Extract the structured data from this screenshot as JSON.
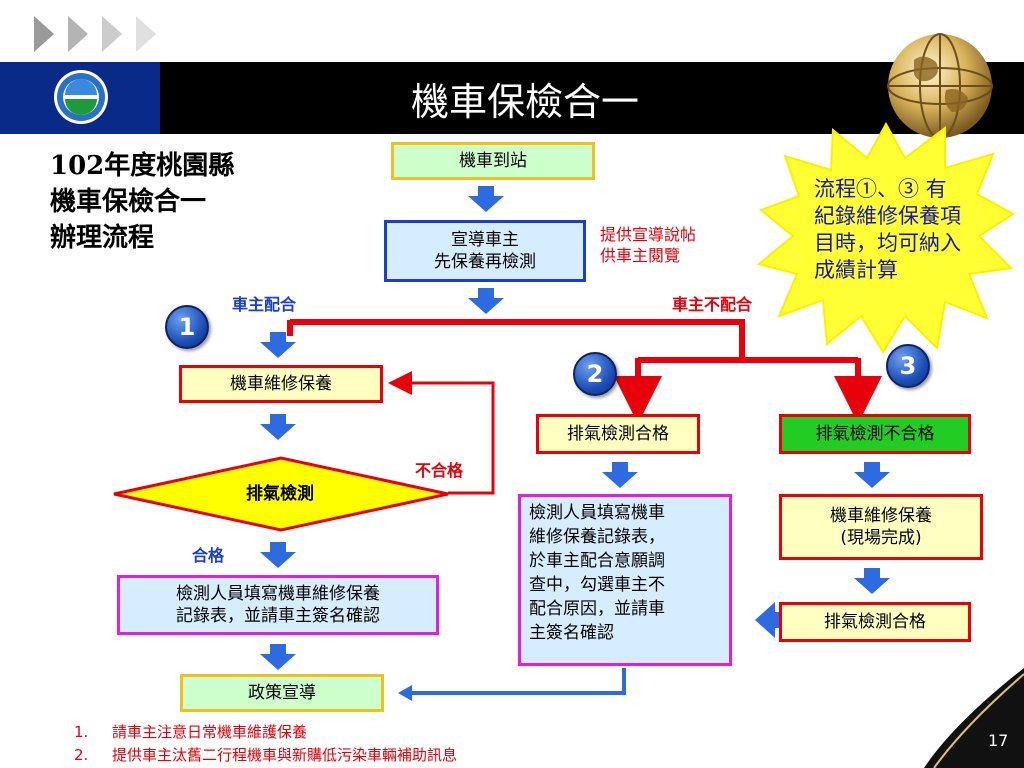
{
  "header": {
    "title": "機車保檢合一"
  },
  "left_title": {
    "line1": "102年度桃園縣",
    "line2": "機車保檢合一",
    "line3": "辦理流程"
  },
  "flow": {
    "arrive": "機車到站",
    "promote_line1": "宣導車主",
    "promote_line2": "先保養再檢測",
    "side_note_line1": "提供宣導說帖",
    "side_note_line2": "供車主閱覽",
    "owner_agree": "車主配合",
    "owner_disagree": "車主不配合",
    "maintenance": "機車維修保養",
    "fail_label": "不合格",
    "exhaust_test": "排氣檢測",
    "pass_label": "合格",
    "record_sign_line1": "檢測人員填寫機車維修保養",
    "record_sign_line2": "記錄表，並請車主簽名確認",
    "policy": "政策宣導",
    "exhaust_pass": "排氣檢測合格",
    "exhaust_fail": "排氣檢測不合格",
    "record_survey": [
      "檢測人員填寫機車",
      "維修保養記錄表，",
      "於車主配合意願調",
      "查中，勾選車主不",
      "配合原因，並請車",
      "主簽名確認"
    ],
    "onsite_repair_line1": "機車維修保養",
    "onsite_repair_line2": "(現場完成)",
    "exhaust_pass_2": "排氣檢測合格"
  },
  "badges": {
    "b1": "1",
    "b2": "2",
    "b3": "3"
  },
  "callout": [
    "流程①、③ 有",
    "紀錄維修保養項",
    "目時，均可納入",
    "成績計算"
  ],
  "notes": {
    "n1_num": "1.",
    "n1": "請車主注意日常機車維護保養",
    "n2_num": "2.",
    "n2": "提供車主汰舊二行程機車與新購低污染車輛補助訊息"
  },
  "page_number": "17",
  "colors": {
    "red": "#e8000a",
    "blue_arrow": "#2e6be0",
    "yellow": "#ffff00",
    "green": "#22cc22",
    "magenta": "#e020e0"
  }
}
